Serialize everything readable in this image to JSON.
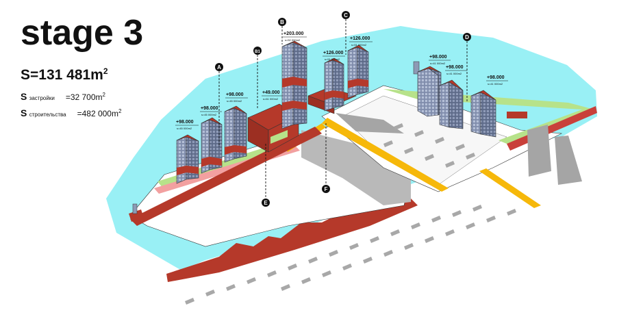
{
  "title": "stage 3",
  "area": {
    "total_label": "S=131 481m",
    "total_sup": "2",
    "footprint_s": "S",
    "footprint_sub": "застройки",
    "footprint_value": "=32 700m",
    "footprint_sup": "2",
    "construction_s": "S",
    "construction_sub": "строительства",
    "construction_value": "=482 000m",
    "construction_sup": "2"
  },
  "markers": {
    "A": "A",
    "B": "B",
    "B1": "B1",
    "C": "C",
    "D": "D",
    "E": "E",
    "F": "F"
  },
  "height_labels": {
    "a1": "+98.000",
    "a1_s": "s=45 000m2",
    "a2": "+98.000",
    "a2_s": "s=45 000m2",
    "a3": "+98.000",
    "a3_s": "s=45 000m2",
    "b1": "+49.000",
    "b1_s": "s=61 000m2",
    "b": "+203.000",
    "b_s": "s=52 000m2",
    "c1": "+126.000",
    "c1_s": "s=51 000m2",
    "c2": "+126.000",
    "c2_s": "s=51 000m2",
    "d1": "+98.000",
    "d1_s": "s=41 000m2",
    "d2": "+98.000",
    "d2_s": "s=41 000m2",
    "d3": "+98.000",
    "d3_s": "s=41 000m2"
  },
  "colors": {
    "water": "#99f0f5",
    "brick": "#b5392a",
    "glass": "#8d9ab5",
    "ground": "#ffffff",
    "path": "#f6b80a",
    "green": "#b7e28a",
    "shadow": "#9a9a9a"
  }
}
